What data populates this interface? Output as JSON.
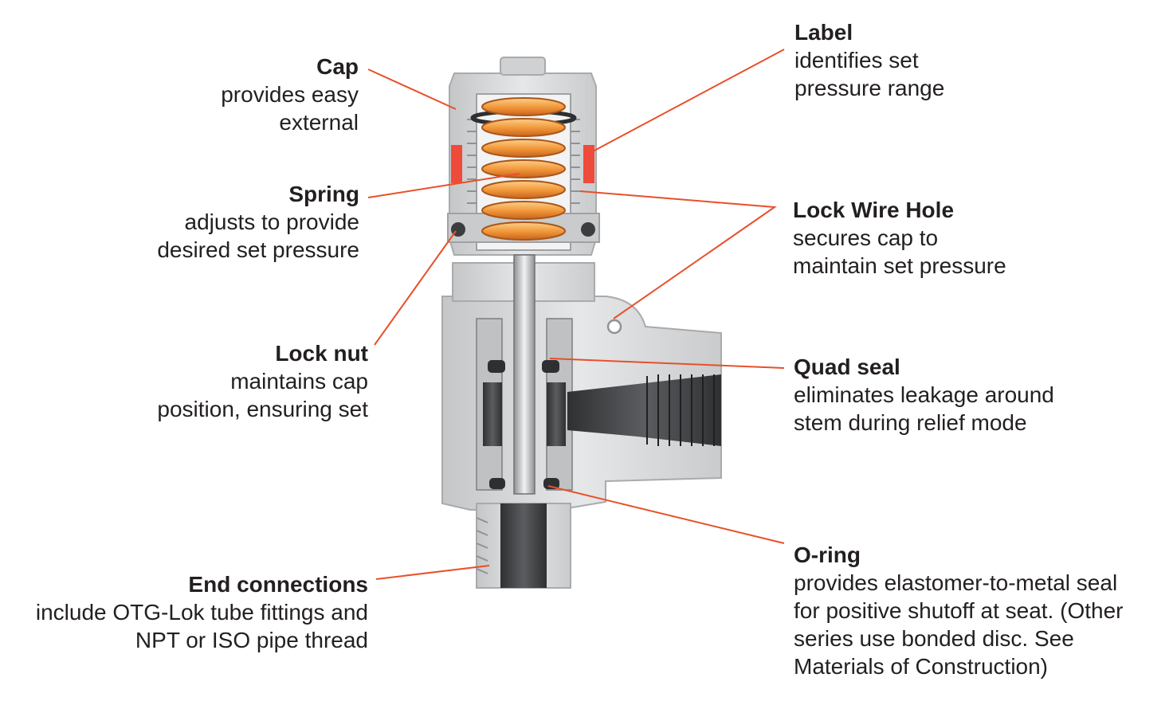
{
  "callouts": {
    "cap": {
      "title": "Cap",
      "lines": [
        "provides easy",
        "external"
      ]
    },
    "spring": {
      "title": "Spring",
      "lines": [
        "adjusts to provide",
        "desired set pressure"
      ]
    },
    "lock_nut": {
      "title": "Lock nut",
      "lines": [
        "maintains cap",
        "position, ensuring set"
      ]
    },
    "end_connections": {
      "title": "End connections",
      "lines": [
        "include OTG-Lok tube fittings and",
        "NPT or ISO pipe thread"
      ]
    },
    "label": {
      "title": "Label",
      "lines": [
        "identifies set",
        "pressure range"
      ]
    },
    "lock_wire_hole": {
      "title": "Lock Wire Hole",
      "lines": [
        "secures cap to",
        "maintain set pressure"
      ]
    },
    "quad_seal": {
      "title": "Quad seal",
      "lines": [
        "eliminates leakage around",
        "stem during relief mode"
      ]
    },
    "o_ring": {
      "title": "O-ring",
      "lines": [
        "provides elastomer-to-metal seal",
        "for positive shutoff at seat. (Other",
        "series use bonded disc. See",
        "Materials of Construction)"
      ]
    }
  },
  "colors": {
    "leader": "#e8502a",
    "text": "#231f20",
    "metal_light": "#d9dadb",
    "metal_mid": "#b5b7b9",
    "metal_dark": "#3c3d3f",
    "spring": "#f39a3c",
    "label_band": "#ef4b3a"
  }
}
